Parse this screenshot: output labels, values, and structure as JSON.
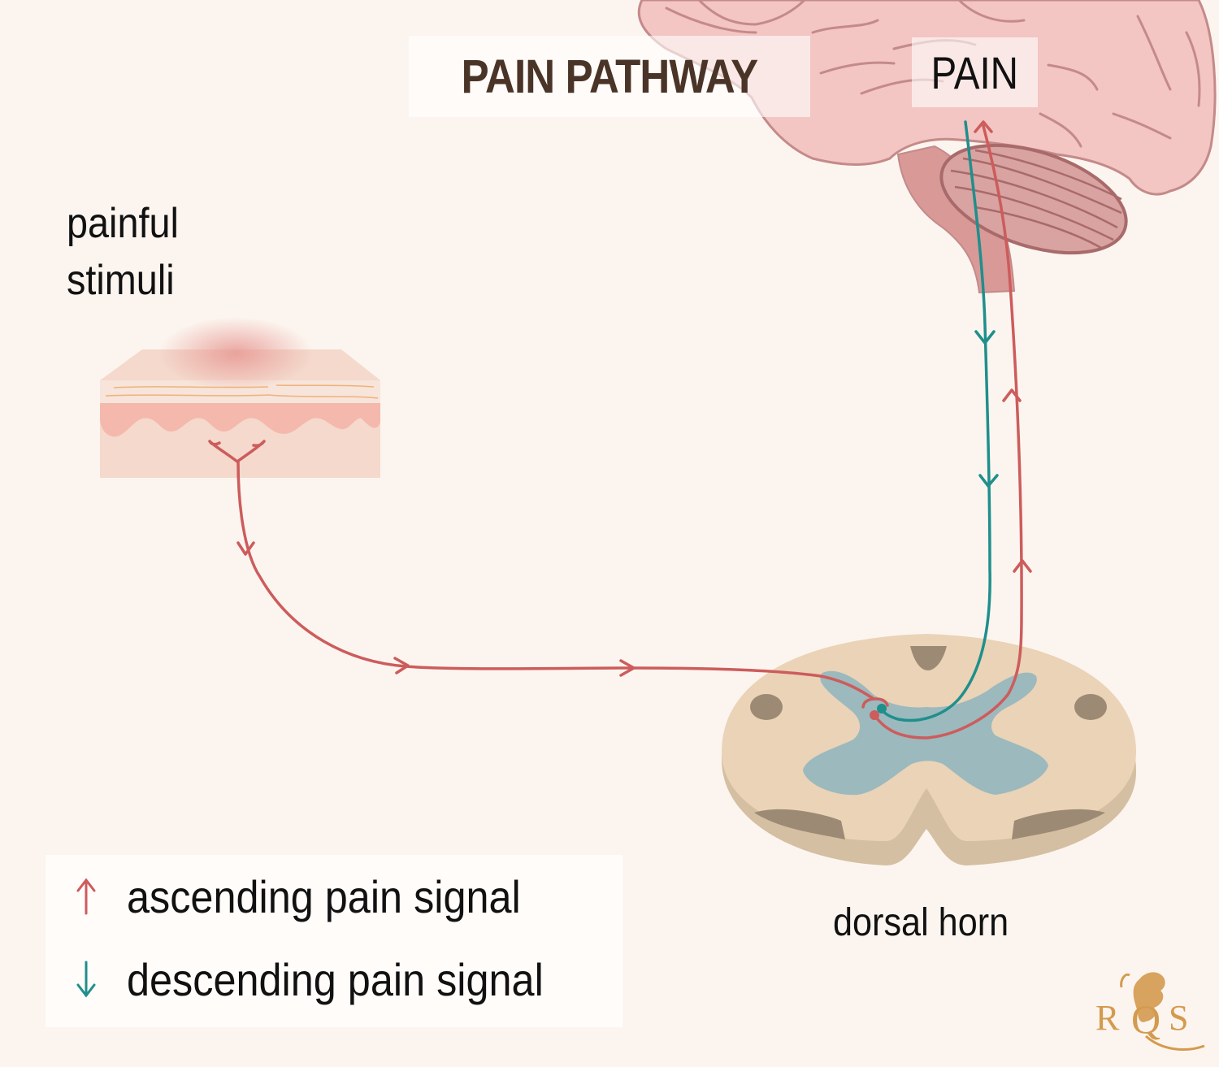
{
  "title": "PAIN PATHWAY",
  "brain_label": "PAIN",
  "stimuli_label_line1": "painful",
  "stimuli_label_line2": "stimuli",
  "spinal_label": "dorsal horn",
  "legend": {
    "items": [
      {
        "icon": "arrow-up-icon",
        "label": "ascending pain signal",
        "color": "#cd5c5c"
      },
      {
        "icon": "arrow-down-icon",
        "label": "descending pain signal",
        "color": "#1f8f8c"
      }
    ]
  },
  "logo": {
    "text_left": "R",
    "text_mid": "Q",
    "text_right": "S",
    "color": "#d49a4e"
  },
  "colors": {
    "background": "#fcf5ef",
    "title": "#4a3427",
    "ascending": "#cd5c5c",
    "descending": "#1f8f8c",
    "brain": "#f3c5c3",
    "brain_outline": "#c48a8a",
    "cerebellum": "#d8a3a1",
    "spinal_white_matter": "#ead3b7",
    "spinal_grey_matter": "#9cb9bd",
    "spinal_dark": "#9c8a74",
    "skin": "#f4d9cc",
    "skin_dermis": "#f4b8ac"
  }
}
